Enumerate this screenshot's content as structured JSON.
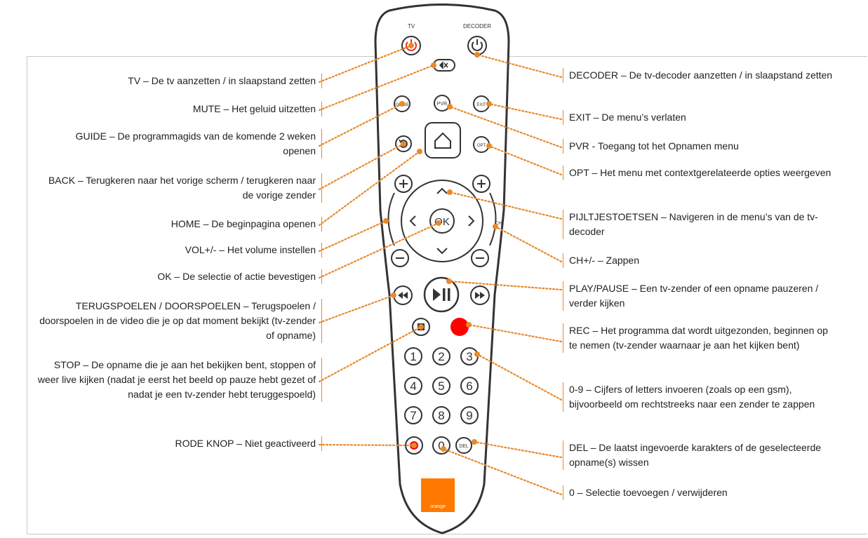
{
  "colors": {
    "accent": "#e8892b",
    "power_red": "#e8321d",
    "rec_red": "#ff0000",
    "brand_orange": "#ff7900",
    "ink": "#333333"
  },
  "remote": {
    "top_labels": {
      "tv": "TV",
      "decoder": "DECODER"
    },
    "buttons": {
      "guide": "GUIDE",
      "pvr": "PVR",
      "exit": "EXIT",
      "opt": "OPT",
      "ok": "OK",
      "ch": "CH",
      "del": "DEL",
      "digits": [
        "1",
        "2",
        "3",
        "4",
        "5",
        "6",
        "7",
        "8",
        "9",
        "0"
      ]
    },
    "brand": "orange"
  },
  "left_labels": [
    {
      "id": "tv",
      "text": "TV – De tv aanzetten / in slaapstand zetten"
    },
    {
      "id": "mute",
      "text": "MUTE – Het geluid uitzetten"
    },
    {
      "id": "guide",
      "text": "GUIDE – De programmagids van de komende 2 weken openen"
    },
    {
      "id": "back",
      "text": "BACK – Terugkeren naar het vorige scherm / terugkeren naar de vorige zender"
    },
    {
      "id": "home",
      "text": "HOME – De beginpagina openen"
    },
    {
      "id": "vol",
      "text": "VOL+/- – Het volume instellen"
    },
    {
      "id": "ok",
      "text": "OK – De selectie of actie bevestigen"
    },
    {
      "id": "rewind",
      "text": "TERUGSPOELEN / DOORSPOELEN – Terugspoelen / doorspoelen in de video die je op dat moment bekijkt (tv-zender of opname)"
    },
    {
      "id": "stop",
      "text": "STOP – De opname die je aan het bekijken bent, stoppen of weer live kijken (nadat je eerst het beeld op pauze hebt gezet of nadat je een tv-zender hebt teruggespoeld)"
    },
    {
      "id": "red",
      "text": "RODE KNOP – Niet geactiveerd"
    }
  ],
  "right_labels": [
    {
      "id": "decoder",
      "text": "DECODER – De tv-decoder aanzetten / in slaapstand zetten"
    },
    {
      "id": "exit",
      "text": "EXIT – De menu’s verlaten"
    },
    {
      "id": "pvr",
      "text": "PVR - Toegang tot het Opnamen menu"
    },
    {
      "id": "opt",
      "text": "OPT – Het menu met contextgerelateerde opties weergeven"
    },
    {
      "id": "arrows",
      "text": "PIJLTJESTOETSEN – Navigeren in de menu’s van de tv-decoder"
    },
    {
      "id": "ch",
      "text": "CH+/- – Zappen"
    },
    {
      "id": "play",
      "text": "PLAY/PAUSE – Een tv-zender of een opname pauzeren / verder kijken"
    },
    {
      "id": "rec",
      "text": "REC – Het programma dat wordt uitgezonden, beginnen op te nemen (tv-zender waarnaar je aan het kijken bent)"
    },
    {
      "id": "digits",
      "text": "0-9 – Cijfers of letters invoeren (zoals op een gsm), bijvoorbeeld om rechtstreeks naar een zender te zappen"
    },
    {
      "id": "del",
      "text": "DEL – De laatst ingevoerde karakters of de geselecteerde opname(s) wissen"
    },
    {
      "id": "zero",
      "text": "0 – Selectie toevoegen / verwijderen"
    }
  ]
}
